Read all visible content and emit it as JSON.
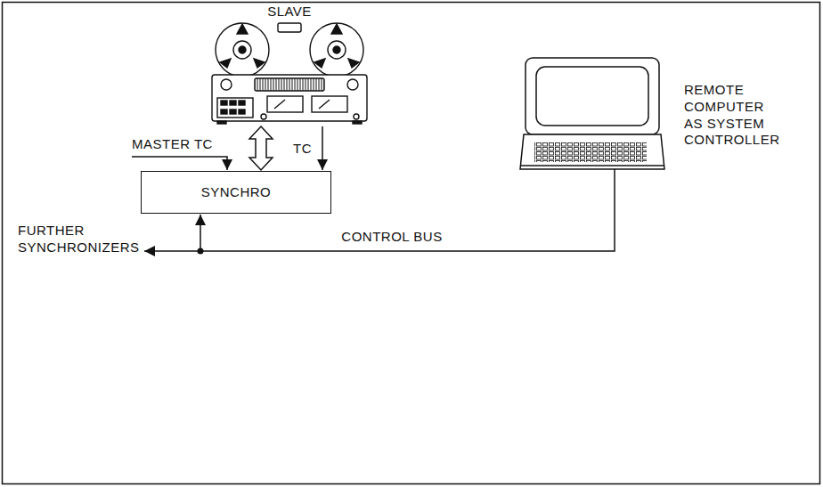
{
  "diagram": {
    "nodes": [
      {
        "text": [
          "SLAVE"
        ]
      },
      {
        "text": [
          "SYNCHRO"
        ]
      },
      {
        "text": [
          "REMOTE COMPUTER AS SYSTEM CONTROLLER"
        ]
      }
    ],
    "edges": [
      {
        "from": 0,
        "to": 1,
        "arrow": "both"
      },
      {
        "from": 0,
        "to": 1,
        "label": "TC",
        "arrow": "to"
      },
      {
        "from": 2,
        "to": 1,
        "label": "CONTROL BUS",
        "arrow": "to"
      }
    ],
    "labels": [
      "MASTER TC",
      "FURTHER SYNCHRONIZERS"
    ]
  }
}
